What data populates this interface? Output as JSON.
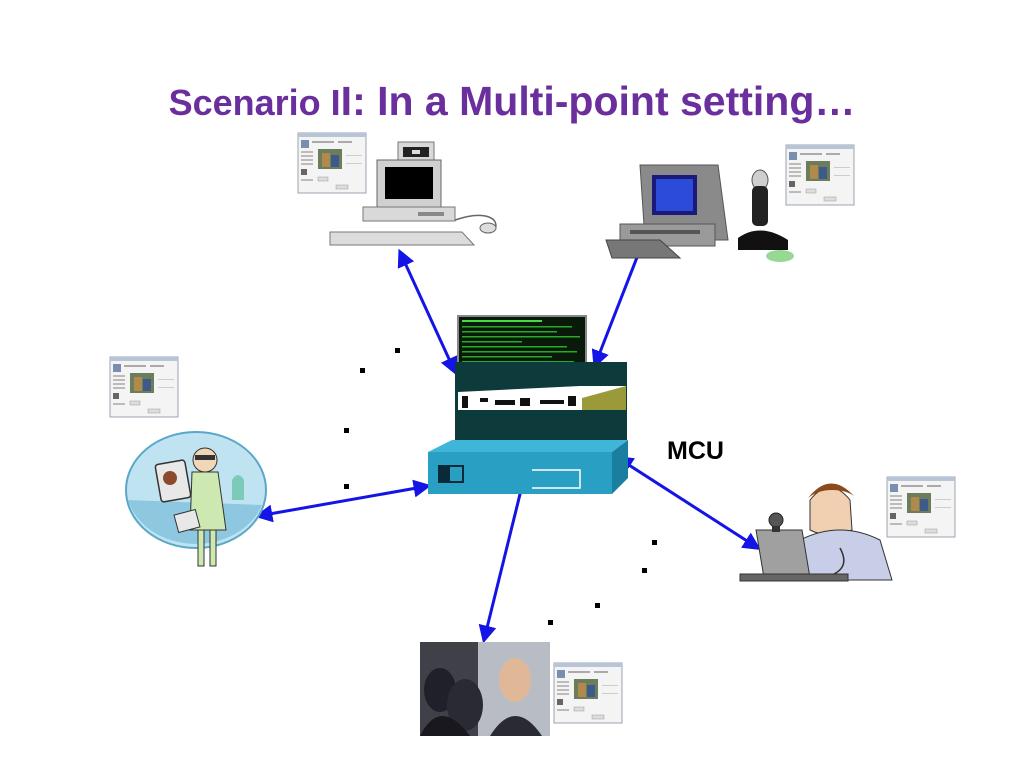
{
  "slide": {
    "title_prefix": "Scenario I",
    "title_mid": "I: ",
    "title_rest": "In a Multi-point setting…",
    "mcu_label": "MCU"
  },
  "colors": {
    "title": "#6a2f9c",
    "arrow": "#1414e6",
    "mcu_body": "#2a9fc4",
    "server_dark": "#0d3b3b",
    "terminal_bg": "#0a1a0a",
    "terminal_text": "#33cc33"
  },
  "diagram": {
    "hub": "MCU",
    "endpoints": [
      {
        "id": "desktop-pc",
        "icon": "desktop-computer-icon",
        "link": "bidirectional"
      },
      {
        "id": "gaming-pc",
        "icon": "computer-with-joystick-icon",
        "link": "bidirectional"
      },
      {
        "id": "mobile-user",
        "icon": "person-with-tablet-icon",
        "link": "bidirectional"
      },
      {
        "id": "laptop-user",
        "icon": "person-with-laptop-webcam-icon",
        "link": "bidirectional"
      },
      {
        "id": "video-conference",
        "icon": "video-conference-icon",
        "link": "bidirectional"
      }
    ],
    "extra_links_indicator": "dotted"
  }
}
